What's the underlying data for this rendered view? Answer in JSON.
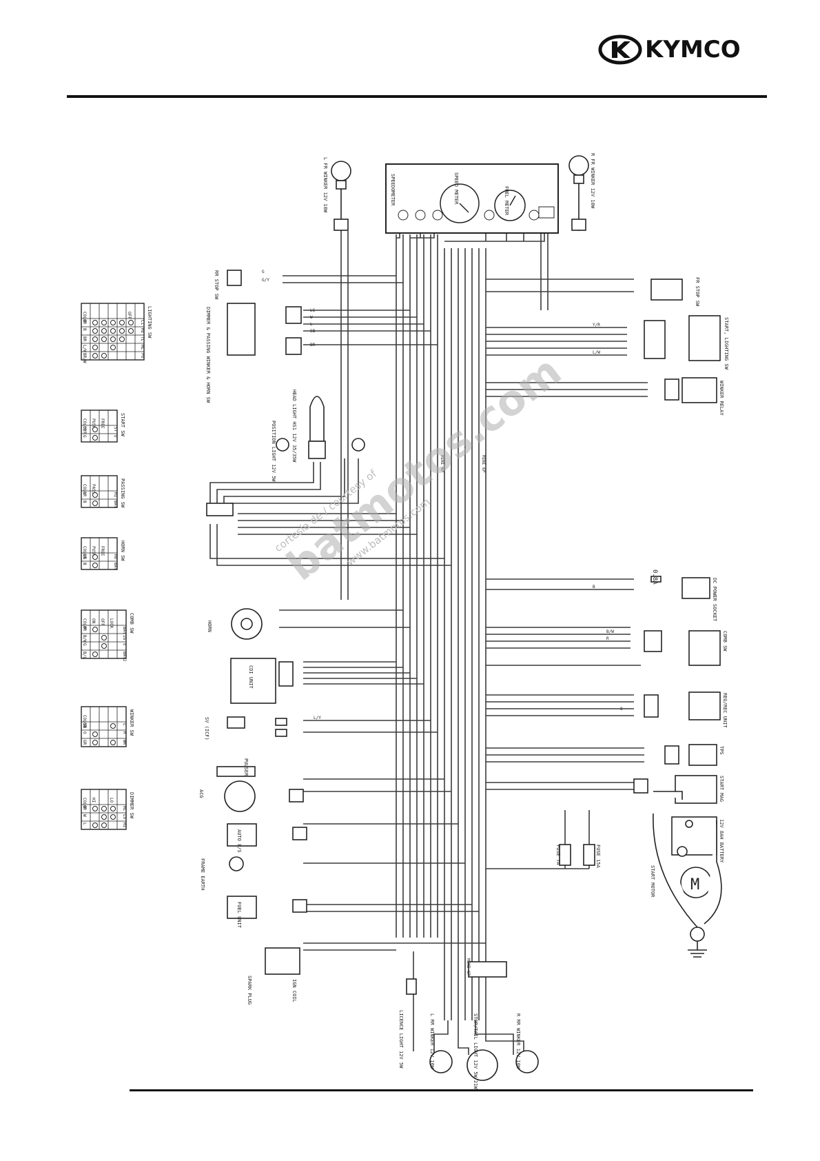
{
  "brand": {
    "name": "KYMCO"
  },
  "watermark": {
    "line1": "cortesía de / courtesy of",
    "line2": "batmotos.com",
    "line3": "www.batmotos.com"
  },
  "switch_tables": [
    {
      "title": "LIGHTING SW",
      "header": [
        "",
        "C1",
        "RE",
        "TL",
        "HL",
        "PO"
      ],
      "rows": [
        [
          "OFF",
          "1",
          "1",
          "0",
          "0",
          "0"
        ],
        [
          "",
          "1",
          "1",
          "1",
          "0",
          "0"
        ],
        [
          "",
          "1",
          "1",
          "1",
          "1",
          "0"
        ],
        [
          "",
          "1",
          "1",
          "1",
          "0",
          "1"
        ],
        [
          "",
          "1",
          "1",
          "1",
          "1",
          "1"
        ],
        [
          "COLOR",
          "B",
          "B",
          "BR",
          "L/W",
          "BR/W"
        ]
      ]
    },
    {
      "title": "START SW",
      "header": [
        "",
        "ST",
        "E"
      ],
      "rows": [
        [
          "FREE",
          "0",
          "0"
        ],
        [
          "PUSH",
          "1",
          "1"
        ],
        [
          "COLOR",
          "Y/R",
          "G"
        ]
      ]
    },
    {
      "title": "PASSING SW",
      "header": [
        "",
        "HI",
        "BAT"
      ],
      "rows": [
        [
          "",
          "0",
          "0"
        ],
        [
          "PASS",
          "1",
          "1"
        ],
        [
          "COLOR",
          "L",
          "B"
        ]
      ]
    },
    {
      "title": "HORN SW",
      "header": [
        "",
        "HO",
        "BAT"
      ],
      "rows": [
        [
          "FREE",
          "0",
          "0"
        ],
        [
          "PUSH",
          "1",
          "1"
        ],
        [
          "COLOR",
          "LG",
          "B"
        ]
      ]
    },
    {
      "title": "COMB SW",
      "header": [
        "",
        "BAT",
        "IG",
        "E",
        "BAT2"
      ],
      "rows": [
        [
          "LOCK",
          "0",
          "0",
          "0",
          "0"
        ],
        [
          "OFF",
          "0",
          "1",
          "1",
          "0"
        ],
        [
          "ON",
          "1",
          "0",
          "0",
          "1"
        ],
        [
          "COLOR",
          "R",
          "B/W",
          "G",
          "B/L"
        ]
      ]
    },
    {
      "title": "WINKER SW",
      "header": [
        "",
        "L",
        "R",
        "WR"
      ],
      "rows": [
        [
          "",
          "1",
          "0",
          "1"
        ],
        [
          "",
          "0",
          "0",
          "0"
        ],
        [
          "",
          "0",
          "1",
          "1"
        ],
        [
          "COLOR",
          "SB",
          "O",
          "GR"
        ]
      ]
    },
    {
      "title": "DIMMER SW",
      "header": [
        "",
        "HL",
        "LO",
        "HI"
      ],
      "rows": [
        [
          "LO",
          "1",
          "1",
          "0"
        ],
        [
          "",
          "1",
          "1",
          "1"
        ],
        [
          "HI",
          "1",
          "0",
          "1"
        ],
        [
          "COLOR",
          "B",
          "W",
          "L"
        ]
      ]
    }
  ],
  "components": [
    {
      "id": "l-fr-winker",
      "label": "L FR WINKER 12V 10W"
    },
    {
      "id": "speedometer",
      "label": "SPEEDOMETER"
    },
    {
      "id": "speed-meter",
      "label": "SPEED METER"
    },
    {
      "id": "fuel-meter",
      "label": "FUEL METER"
    },
    {
      "id": "r-fr-winker",
      "label": "R FR WINKER 12V 10W"
    },
    {
      "id": "rr-stop-sw",
      "label": "RR STOP SW"
    },
    {
      "id": "fr-stop-sw",
      "label": "FR STOP SW"
    },
    {
      "id": "dimmer-passing",
      "label": "DIMMER & PASSING WINKER & HORN SW"
    },
    {
      "id": "start-lighting",
      "label": "START, LIGHTING SW"
    },
    {
      "id": "winker-relay",
      "label": "WINKER RELAY"
    },
    {
      "id": "head-light",
      "label": "HEAD LIGHT HS1 12V 35/35W"
    },
    {
      "id": "position-light",
      "label": "POSITION LIGHT 12V 5W"
    },
    {
      "id": "dc-socket",
      "label": "DC POWER SOCKET"
    },
    {
      "id": "horn",
      "label": "HORN"
    },
    {
      "id": "comb-sw",
      "label": "COMB SW"
    },
    {
      "id": "cdi-unit",
      "label": "CDI UNIT"
    },
    {
      "id": "reg-rec",
      "label": "REG/REC UNIT"
    },
    {
      "id": "sv-icf",
      "label": "SV (ICF)"
    },
    {
      "id": "tps",
      "label": "TPS"
    },
    {
      "id": "pulser",
      "label": "PULSER"
    },
    {
      "id": "acg",
      "label": "ACG"
    },
    {
      "id": "start-mag",
      "label": "START MAG"
    },
    {
      "id": "battery",
      "label": "12V 8AH BATTERY"
    },
    {
      "id": "auto-bystarter",
      "label": "AUTO B/S"
    },
    {
      "id": "fuse-7a",
      "label": "FUSE 7A"
    },
    {
      "id": "fuse-15a",
      "label": "FUSE 15A"
    },
    {
      "id": "start-motor",
      "label": "START MOTOR"
    },
    {
      "id": "frame-earth",
      "label": "FRAME EARTH"
    },
    {
      "id": "fuel-unit",
      "label": "FUEL UNIT"
    },
    {
      "id": "ign-coil",
      "label": "IGN COIL"
    },
    {
      "id": "spark-plug",
      "label": "SPARK PLUG"
    },
    {
      "id": "licence-light",
      "label": "LICENCE LIGHT 12V 5W"
    },
    {
      "id": "l-rr-winker",
      "label": "L RR WINKER 12V 10W"
    },
    {
      "id": "stop-tail",
      "label": "STOP/TAIL LIGHT 12V 5W/21W"
    },
    {
      "id": "r-rr-winker",
      "label": "R RR WINKER 12V 10W"
    }
  ],
  "fuse_labels": {
    "dc": "0.8A"
  },
  "wire_colors": {
    "ground": "G",
    "battery": "B",
    "ignition": "B/W",
    "battery_pos": "R",
    "left_turn": "SB",
    "right_turn": "O",
    "headlight_hi": "L",
    "headlight_lo": "W",
    "horn": "LG",
    "start": "Y/R",
    "pulser": "L/Y",
    "brake": "G/Y",
    "position": "BR",
    "fuel": "L/W"
  },
  "connectors": {
    "mini": "MINI",
    "bar": "6P"
  },
  "motor_symbol": "M"
}
